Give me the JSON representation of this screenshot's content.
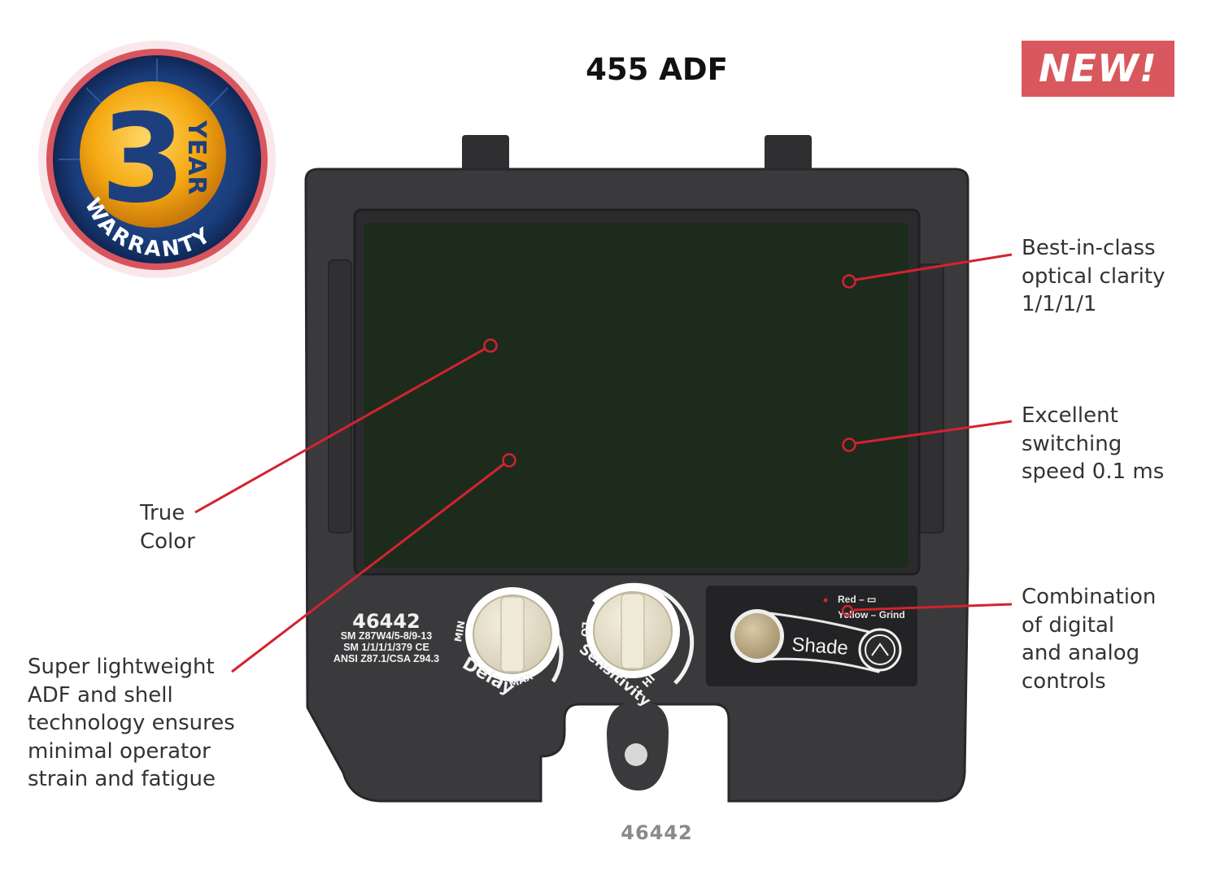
{
  "title": "455 ADF",
  "badge": "NEW!",
  "warranty": {
    "number": "3",
    "word": "YEAR",
    "label": "WARRANTY"
  },
  "callouts": {
    "optical": [
      "Best-in-class",
      "optical clarity",
      "1/1/1/1"
    ],
    "switching": [
      "Excellent",
      "switching",
      "speed 0.1 ms"
    ],
    "controls": [
      "Combination",
      "of digital",
      "and analog",
      "controls"
    ],
    "true_color": [
      "True",
      "Color"
    ],
    "lightweight": [
      "Super lightweight",
      "ADF and shell",
      "technology ensures",
      "minimal operator",
      "strain and fatigue"
    ]
  },
  "device": {
    "model": "46442",
    "spec_lines": [
      "SM Z87W4/5-8/9-13",
      "SM 1/1/1/1/379 CE",
      "ANSI Z87.1/CSA Z94.3"
    ],
    "delay": {
      "label": "Delay",
      "min": "MIN",
      "max": "MAX"
    },
    "sensitivity": {
      "label": "Sensitivity",
      "lo": "LO",
      "hi": "HI"
    },
    "legend_red": "Red – ▭",
    "legend_yellow": "Yellow – Grind",
    "shade_label": "Shade"
  },
  "part_number": "46442",
  "colors": {
    "accent_red": "#d9585d",
    "lens": "#1d2b1d",
    "body": "#3a3a3d",
    "callout_line": "#d3232f"
  }
}
